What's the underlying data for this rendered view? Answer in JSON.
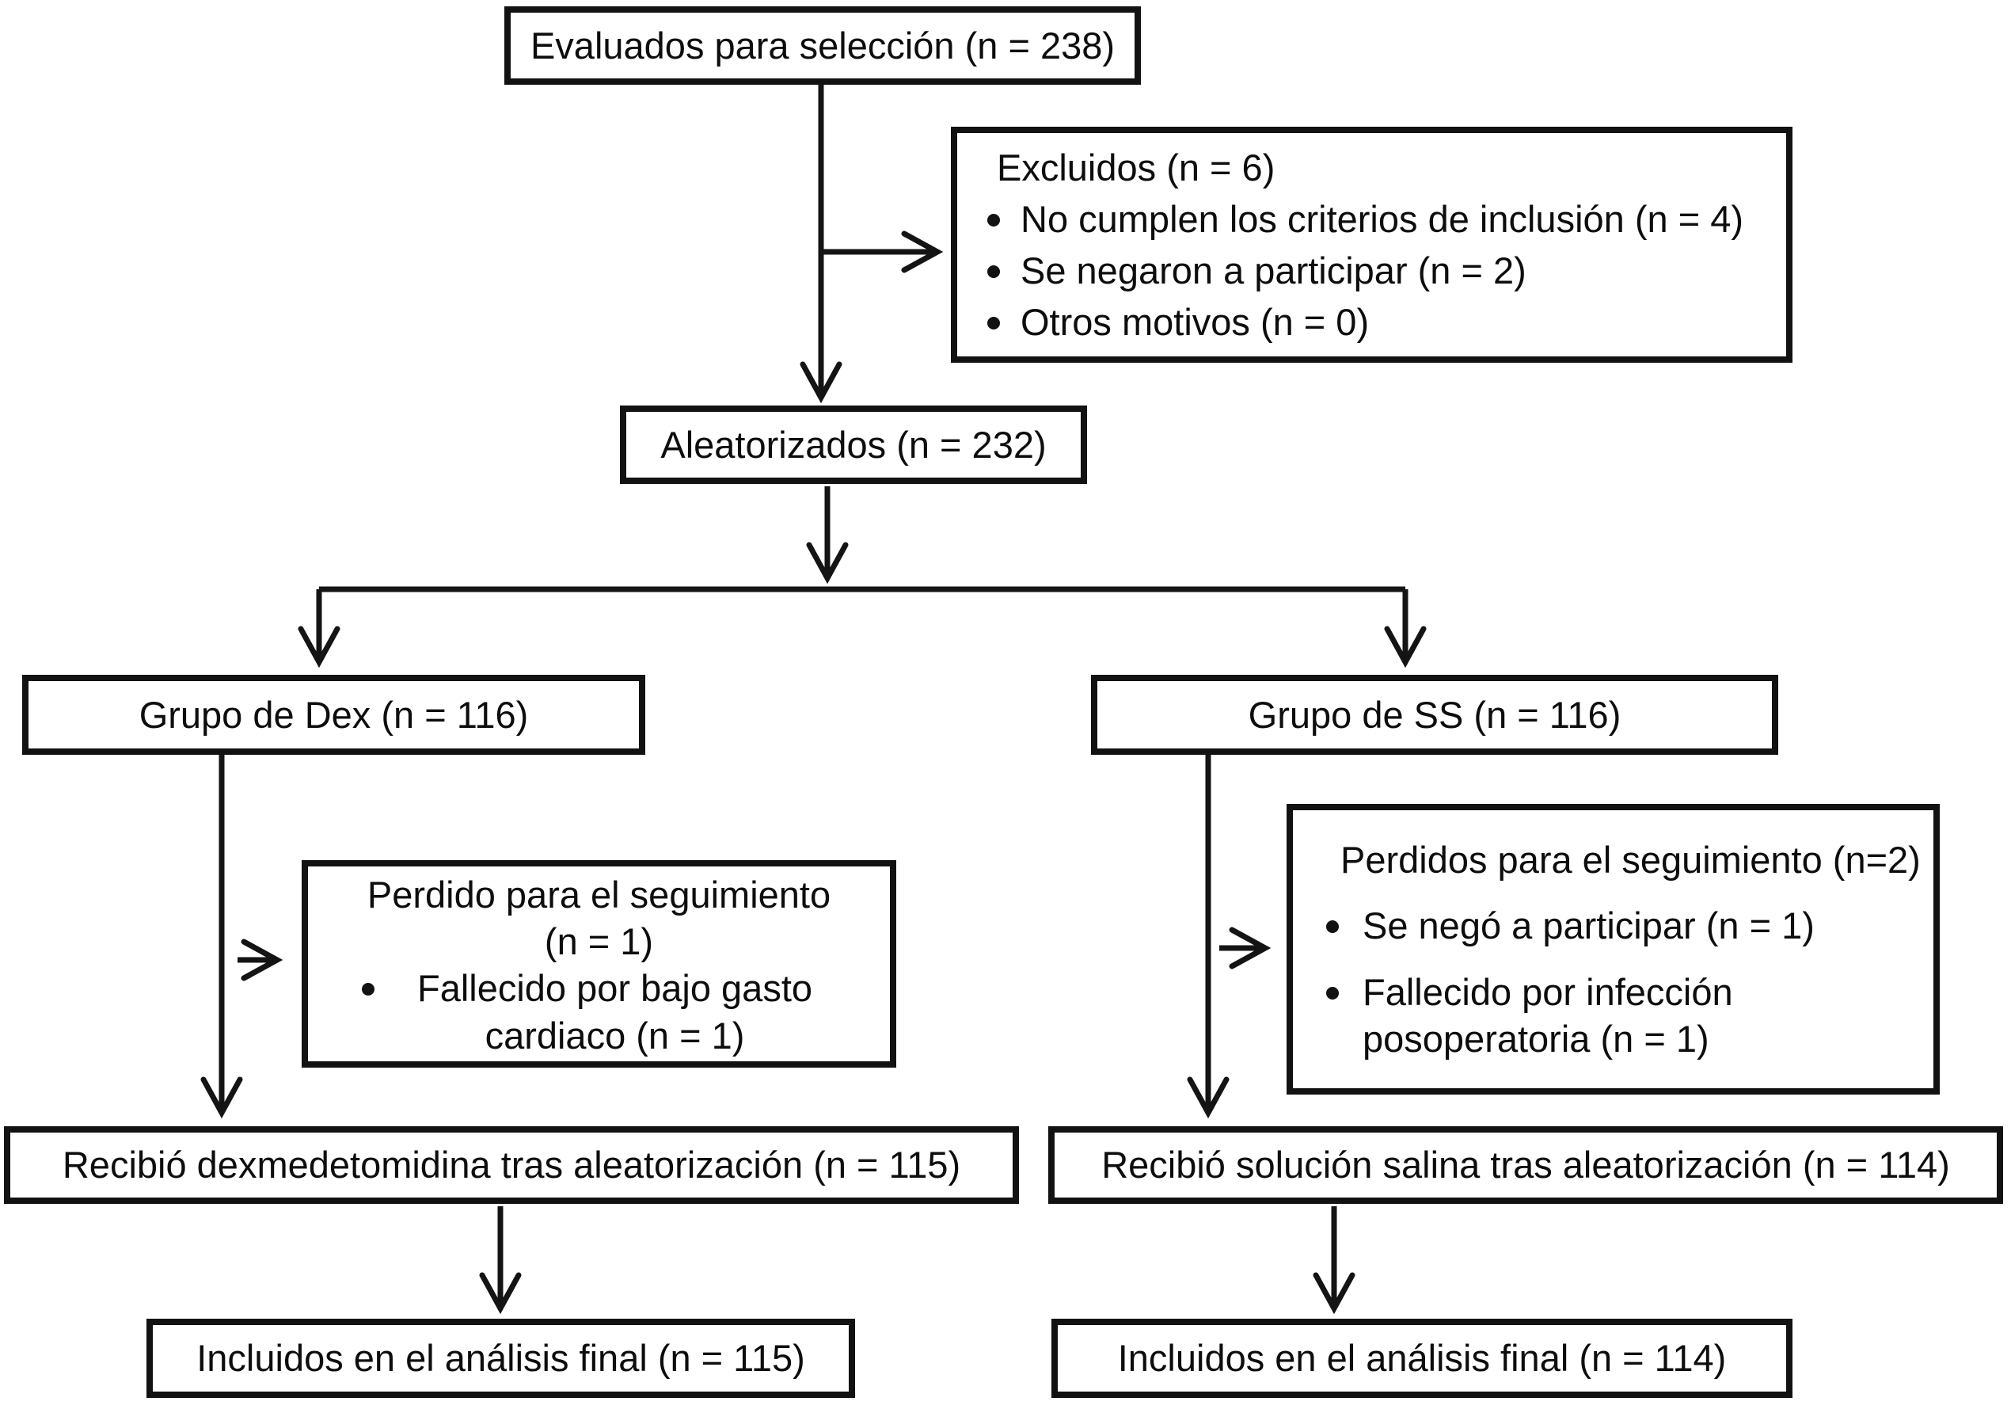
{
  "diagram": {
    "colors": {
      "ink": "#121212",
      "background": "#ffffff"
    },
    "boxes": {
      "evaluados": {
        "label": "Evaluados para selección (n = 238)"
      },
      "excluidos": {
        "title": "Excluidos (n = 6)",
        "bullets": [
          "No cumplen los criterios de inclusión (n = 4)",
          "Se negaron a participar (n = 2)",
          "Otros motivos (n = 0)"
        ]
      },
      "aleatorizados": {
        "label": "Aleatorizados (n = 232)"
      },
      "grupo_dex": {
        "label": "Grupo de Dex (n = 116)"
      },
      "grupo_ss": {
        "label": "Grupo de SS (n = 116)"
      },
      "perdido_dex": {
        "title_lines": [
          "Perdido para el seguimiento",
          "(n = 1)"
        ],
        "bullets": [
          "Fallecido por bajo gasto cardiaco (n = 1)"
        ]
      },
      "perdidos_ss": {
        "title": "Perdidos para el seguimiento (n=2)",
        "bullets": [
          "Se negó a participar (n = 1)",
          "Fallecido por infección posoperatoria (n = 1)"
        ]
      },
      "recibio_dex": {
        "label": "Recibió dexmedetomidina tras aleatorización (n = 115)"
      },
      "recibio_ss": {
        "label": "Recibió solución salina tras aleatorización (n = 114)"
      },
      "final_dex": {
        "label": "Incluidos en el análisis final (n = 115)"
      },
      "final_ss": {
        "label": "Incluidos en el análisis final (n = 114)"
      }
    }
  }
}
